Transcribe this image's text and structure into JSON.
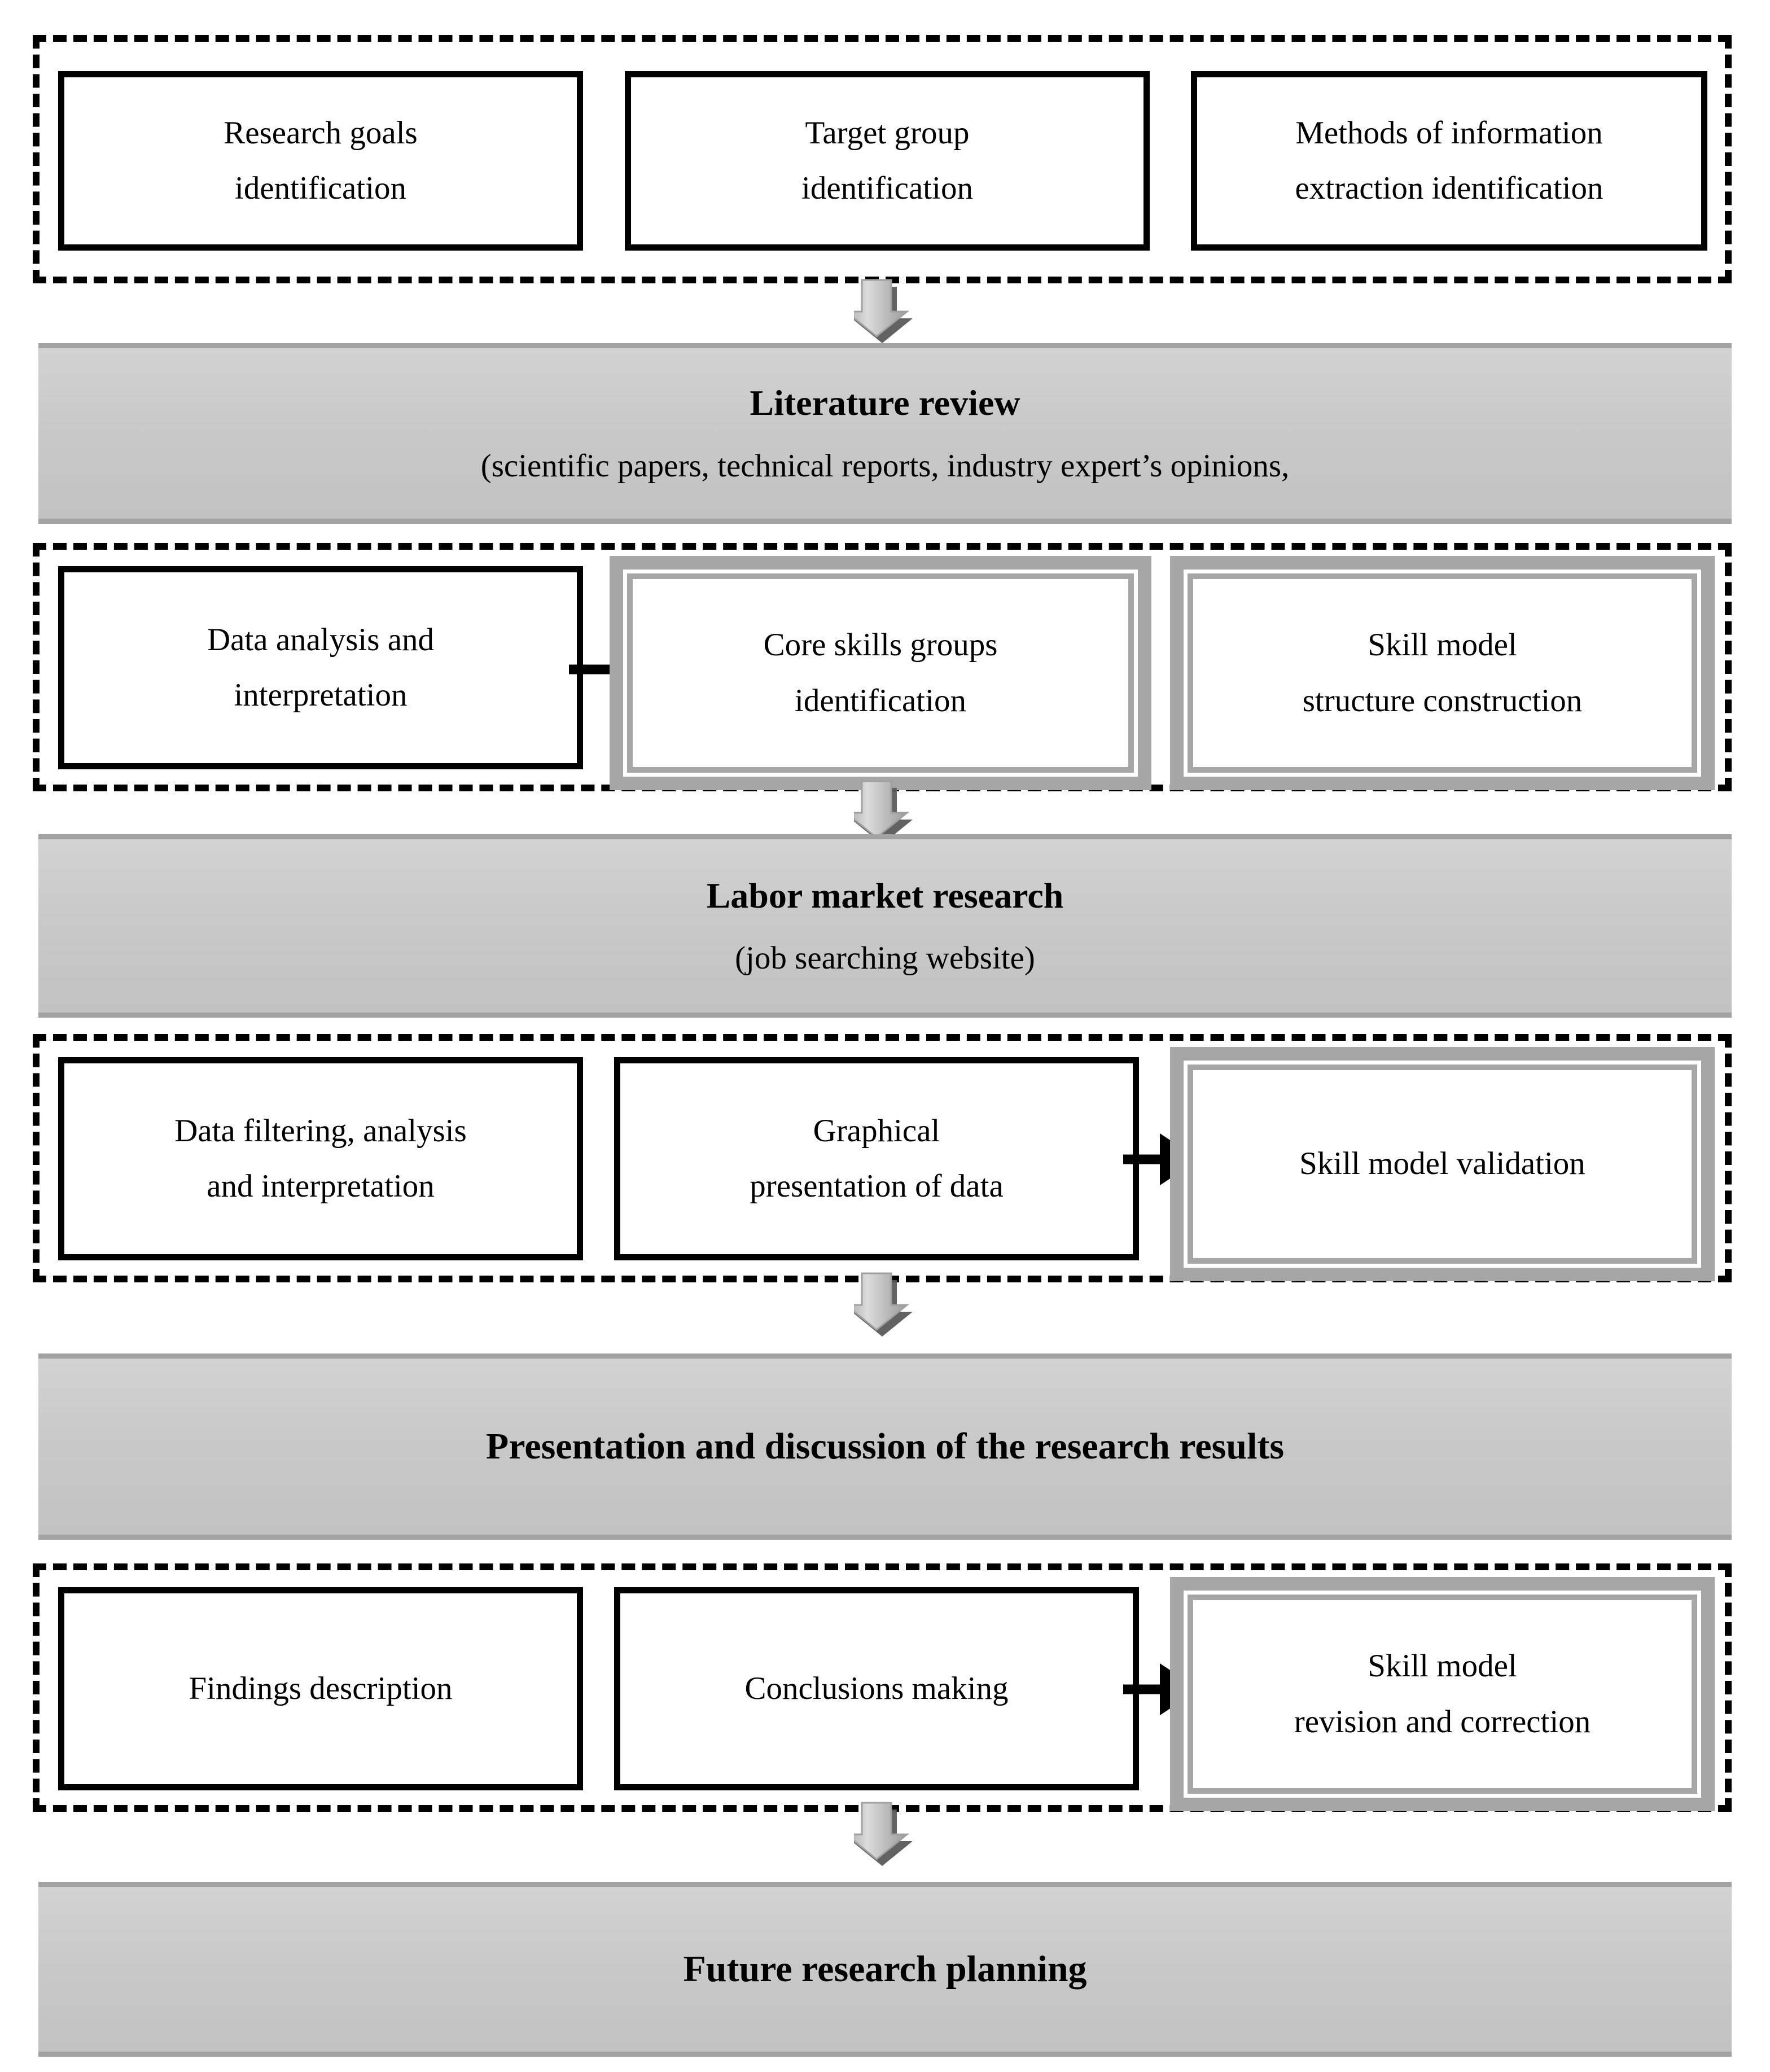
{
  "diagram": {
    "title": "Research methodology flowchart",
    "colors": {
      "band_fill": "#c9c9c9",
      "band_edge": "#a3a3a3",
      "highlight_border": "#a6a6a6",
      "box_border": "#000000",
      "group_border": "#000000",
      "arrow": "#000000"
    },
    "stage_bands": [
      {
        "id": "literature-review",
        "title": "Literature review",
        "subtitle": "(scientific papers, technical reports, industry expert’s opinions,"
      },
      {
        "id": "labor-market-research",
        "title": "Labor market research",
        "subtitle": "(job searching website)"
      },
      {
        "id": "presentation-discussion",
        "title": "Presentation and discussion of the research results",
        "subtitle": ""
      },
      {
        "id": "future-research-planning",
        "title": "Future research planning",
        "subtitle": ""
      }
    ],
    "groups": [
      {
        "id": "group-1",
        "boxes": [
          {
            "id": "research-goals-identification",
            "style": "plain",
            "line1": "Research goals",
            "line2": "identification"
          },
          {
            "id": "target-group-identification",
            "style": "plain",
            "line1": "Target group",
            "line2": "identification"
          },
          {
            "id": "methods-of-information-extraction-identification",
            "style": "plain",
            "line1": "Methods of information",
            "line2": "extraction identification"
          }
        ]
      },
      {
        "id": "group-2",
        "boxes": [
          {
            "id": "data-analysis-and-interpretation",
            "style": "plain",
            "line1": "Data analysis and",
            "line2": "interpretation"
          },
          {
            "id": "core-skills-groups-identification",
            "style": "highlight",
            "line1": "Core skills groups",
            "line2": "identification"
          },
          {
            "id": "skill-model-structure-construction",
            "style": "highlight",
            "line1": "Skill model",
            "line2": "structure construction"
          }
        ]
      },
      {
        "id": "group-3",
        "boxes": [
          {
            "id": "data-filtering-analysis-and-interpretation",
            "style": "plain",
            "line1": "Data filtering, analysis",
            "line2": "and interpretation"
          },
          {
            "id": "graphical-presentation-of-data",
            "style": "plain",
            "line1": "Graphical",
            "line2": "presentation of data"
          },
          {
            "id": "skill-model-validation",
            "style": "highlight",
            "line1": "Skill model validation",
            "line2": ""
          }
        ]
      },
      {
        "id": "group-4",
        "boxes": [
          {
            "id": "findings-description",
            "style": "plain",
            "line1": "Findings description",
            "line2": ""
          },
          {
            "id": "conclusions-making",
            "style": "plain",
            "line1": "Conclusions making",
            "line2": ""
          },
          {
            "id": "skill-model-revision-and-correction",
            "style": "highlight",
            "line1": "Skill model",
            "line2": "revision and correction"
          }
        ]
      }
    ],
    "connectors": {
      "down_arrow_label": "down-arrow",
      "right_arrow_label": "right-arrow"
    }
  }
}
